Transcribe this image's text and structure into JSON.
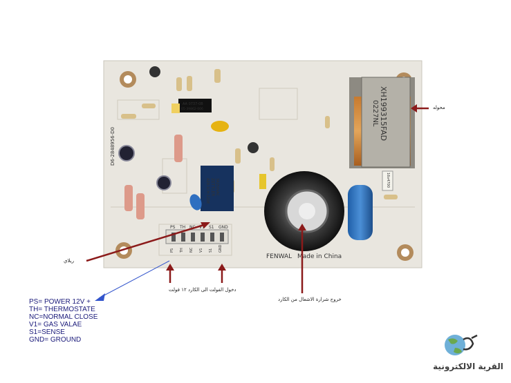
{
  "board": {
    "silk_left": "D6-2848956-D0",
    "relay_brand": "ZETTLER",
    "relay_model": "AZ8-1CH-12DE",
    "relay_rating": "3A250VAC",
    "transformer_text": "XH199315FAD",
    "transformer_text2": "0227NL",
    "maker": "FENWAL",
    "made_in": "Made in China",
    "header_labels": [
      "PS",
      "TH",
      "NC",
      "V1",
      "S1",
      "GND"
    ],
    "chip_text": "AA 0737-0B",
    "chip_text2": "05-39862-006",
    "cap_label": "16v4700"
  },
  "callouts": {
    "relay": "ريلاي",
    "transformer": "محوله",
    "input_12v": "دخول الفولت الى الكارد ١٢ فولت",
    "spark_out": "خروج شرارة الاشعال من الكارد"
  },
  "legend": [
    "PS= POWER 12V +",
    "TH= THERMOSTATE",
    "NC=NORMAL CLOSE",
    "V1= GAS VALAE",
    "S1=SENSE",
    "GND= GROUND"
  ],
  "logo": {
    "text": "القرية الالكترونية",
    "icon": "globe-logo-icon"
  },
  "colors": {
    "board": "#e9e6df",
    "arrow": "#8b1a1a",
    "legend_text": "#1a1a7a",
    "blue_arrow": "#3355cc"
  }
}
